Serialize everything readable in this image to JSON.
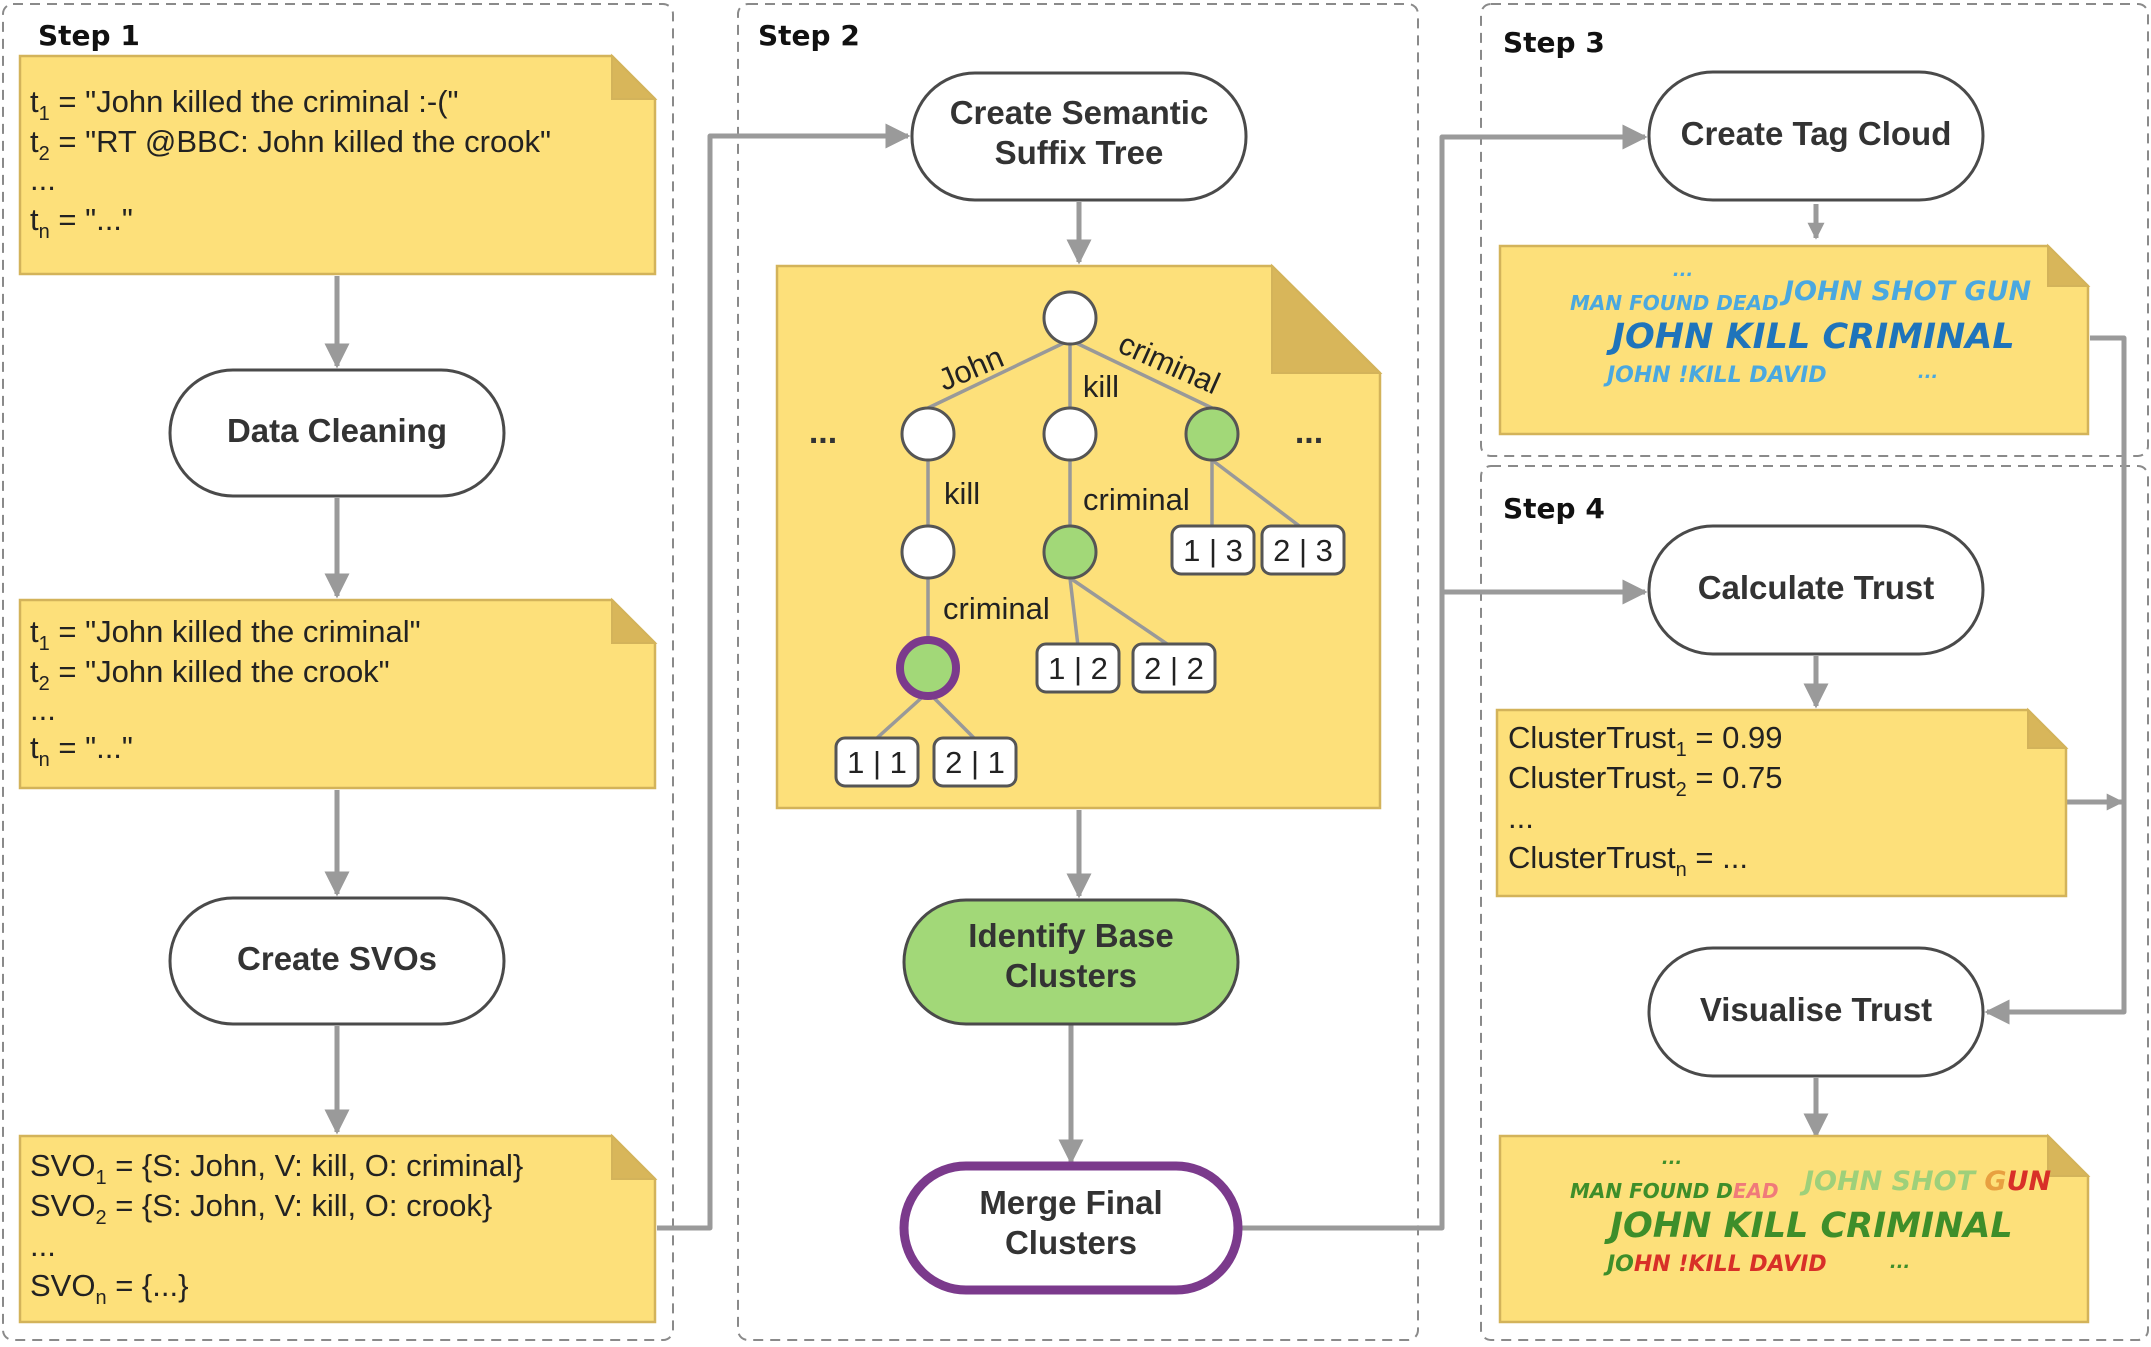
{
  "colors": {
    "note_fill": "#fde07a",
    "green_node": "#a2d878",
    "purple_outline": "#7b3a8c",
    "tag_blue_dark": "#1f74bb",
    "tag_blue_light": "#4aa8e0",
    "tag_green": "#3e8e2a",
    "tag_red": "#d83028"
  },
  "steps": {
    "step1": "Step 1",
    "step2": "Step 2",
    "step3": "Step 3",
    "step4": "Step 4"
  },
  "step1": {
    "raw_tweets": {
      "l1_sub": "1",
      "l1_text": " = \"John killed the criminal :-(\"",
      "l2_sub": "2",
      "l2_text": " = \"RT @BBC: John killed the crook\"",
      "l3": "...",
      "l4_sub": "n",
      "l4_text": " = \"...\""
    },
    "data_cleaning": "Data Cleaning",
    "clean_tweets": {
      "l1_sub": "1",
      "l1_text": " = \"John killed the criminal\"",
      "l2_sub": "2",
      "l2_text": " = \"John killed the crook\"",
      "l3": "...",
      "l4_sub": "n",
      "l4_text": " = \"...\""
    },
    "create_svos": "Create SVOs",
    "svos": {
      "l1_sub": "1",
      "l1_text": " = {S: John, V: kill, O: criminal}",
      "l2_sub": "2",
      "l2_text": " = {S: John, V: kill, O: crook}",
      "l3": "...",
      "l4_sub": "n",
      "l4_text": " = {...}"
    }
  },
  "step2": {
    "suffix_tree_l1": "Create Semantic",
    "suffix_tree_l2": "Suffix Tree",
    "tree": {
      "ellipsis_left": "...",
      "ellipsis_right": "...",
      "edge_john": "John",
      "edge_kill_top": "kill",
      "edge_criminal_top": "criminal",
      "edge_kill_mid": "kill",
      "edge_criminal_mid": "criminal",
      "edge_criminal_low": "criminal",
      "leaf_11": "1 | 1",
      "leaf_21": "2 | 1",
      "leaf_12": "1 | 2",
      "leaf_22": "2 | 2",
      "leaf_13": "1 | 3",
      "leaf_23": "2 | 3"
    },
    "base_clusters_l1": "Identify Base",
    "base_clusters_l2": "Clusters",
    "merge_l1": "Merge Final",
    "merge_l2": "Clusters"
  },
  "step3": {
    "tag_cloud": "Create Tag Cloud",
    "cloud": {
      "dots_top": "...",
      "man_found_dead": "MAN FOUND DEAD",
      "john_shot_gun": "JOHN SHOT GUN",
      "john_kill_criminal": "JOHN KILL CRIMINAL",
      "john_not_kill_david": "JOHN !KILL DAVID",
      "dots_bottom": "..."
    }
  },
  "step4": {
    "calc_trust": "Calculate Trust",
    "trust": {
      "l1_sub": "1",
      "l1_text": " = 0.99",
      "l2_sub": "2",
      "l2_text": " = 0.75",
      "l3": "...",
      "l4_sub": "n",
      "l4_text": " = ...",
      "prefix": "ClusterTrust"
    },
    "visualise": "Visualise Trust",
    "cloud": {
      "dots_top": "...",
      "mfd_a": "MAN FOUND D",
      "mfd_b": "EAD",
      "jsg_a": "JOHN SHOT ",
      "jsg_b": "G",
      "jsg_c": "UN",
      "john_kill_criminal": "JOHN KILL CRIMINAL",
      "jkd_a": "JO",
      "jkd_b": "HN !KILL DAVID",
      "dots_bottom": "..."
    }
  },
  "tweet_prefix": "t",
  "svo_prefix": "SVO"
}
